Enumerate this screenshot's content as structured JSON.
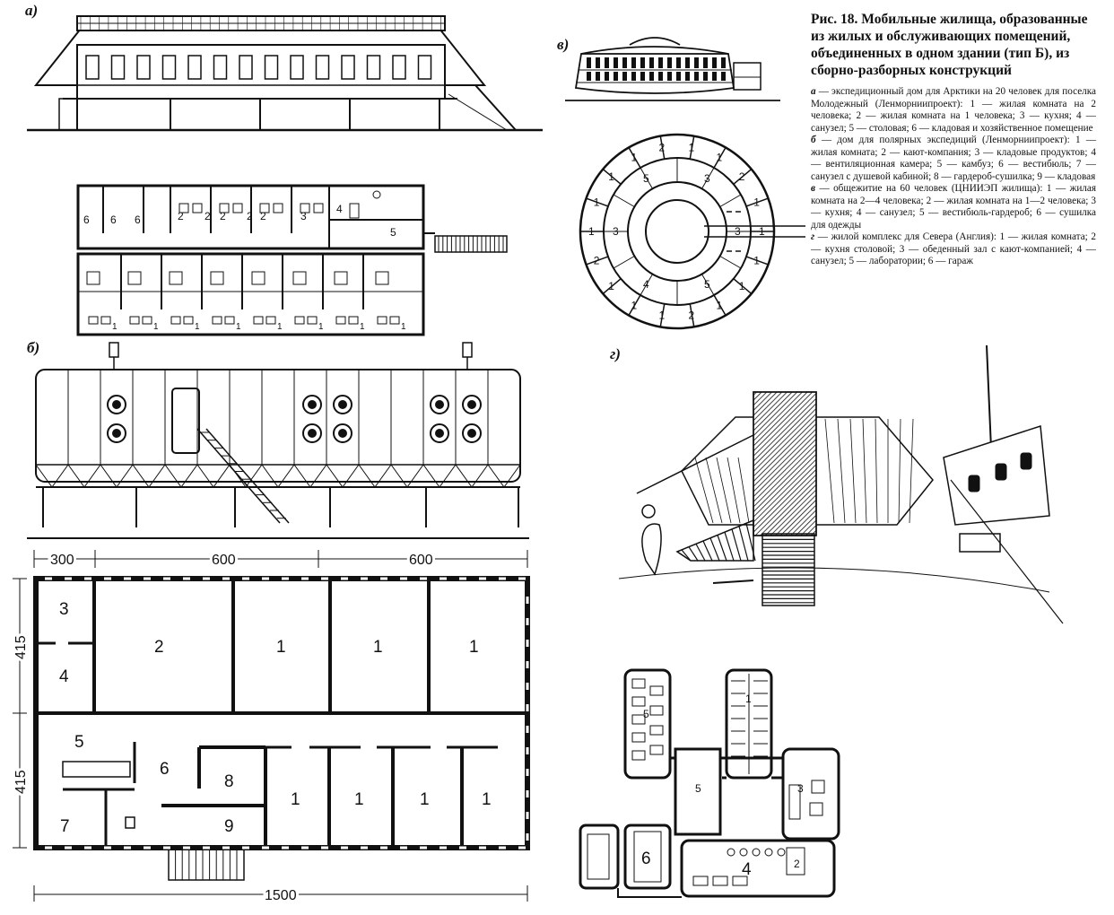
{
  "caption": {
    "title": "Рис. 18. Мобильные жилища, образованные из жилых и обслуживающих помещений, объединенных в одном здании (тип Б), из сборно-разборных конструкций",
    "items": [
      {
        "letter": "а",
        "text": "— экспедиционный дом для Арктики на 20 человек для поселка Молодежный (Ленморниипроект): 1 — жилая комната на 2 человека; 2 — жилая комната на 1 человека; 3 — кухня; 4 — санузел; 5 — столовая; 6 — кладовая и хозяйственное помещение"
      },
      {
        "letter": "б",
        "text": "— дом для полярных экспедиций (Ленморниипроект): 1 — жилая комната; 2 — кают-компания; 3 — кладовые продуктов; 4 — вентиляционная камера; 5 — камбуз; 6 — вестибюль; 7 — санузел с душевой кабиной; 8 — гардероб-сушилка; 9 — кладовая"
      },
      {
        "letter": "в",
        "text": "— общежитие на 60 человек (ЦНИИЭП жилища): 1 — жилая комната на 2—4 человека; 2 — жилая комната на 1—2 человека; 3 — кухня; 4 — санузел; 5 — вестибюль-гардероб; 6 — сушилка для одежды"
      },
      {
        "letter": "г",
        "text": "— жилой комплекс для Севера (Англия): 1 — жилая комната; 2 — кухня столовой; 3 — обеденный зал с кают-компанией; 4 — санузел; 5 — лаборатории; 6 — гараж"
      }
    ]
  },
  "panels": {
    "a": "а)",
    "b": "б)",
    "v": "в)",
    "g": "г)"
  },
  "plan_a": {
    "rooms_top": [
      "6",
      "6",
      "6",
      "2",
      "2",
      "2",
      "2",
      "2",
      "3",
      "4",
      "5"
    ],
    "rooms_bottom": [
      "1",
      "1",
      "1",
      "1",
      "1",
      "1",
      "1",
      "1"
    ]
  },
  "plan_b": {
    "dims_top": [
      "300",
      "600",
      "600"
    ],
    "dims_left": [
      "415",
      "415"
    ],
    "dim_bottom": "1500",
    "rooms": {
      "r3": "3",
      "r4": "4",
      "r2": "2",
      "r1a": "1",
      "r1b": "1",
      "r1c": "1",
      "r5": "5",
      "r6": "6",
      "r8": "8",
      "r9": "9",
      "r7": "7",
      "r1d": "1",
      "r1e": "1",
      "r1f": "1",
      "r1g": "1"
    }
  },
  "plan_v": {
    "outer": [
      "1",
      "1",
      "2",
      "1",
      "1",
      "1",
      "1",
      "1",
      "2",
      "1",
      "1",
      "1",
      "2",
      "1",
      "1",
      "1",
      "1",
      "2"
    ],
    "inner": [
      "3",
      "3",
      "5",
      "4",
      "3",
      "5"
    ]
  },
  "plan_g": {
    "rooms": {
      "r5a": "5",
      "r1": "1",
      "r5b": "5",
      "r3": "3",
      "r4": "4",
      "r2": "2",
      "r6": "6"
    }
  }
}
